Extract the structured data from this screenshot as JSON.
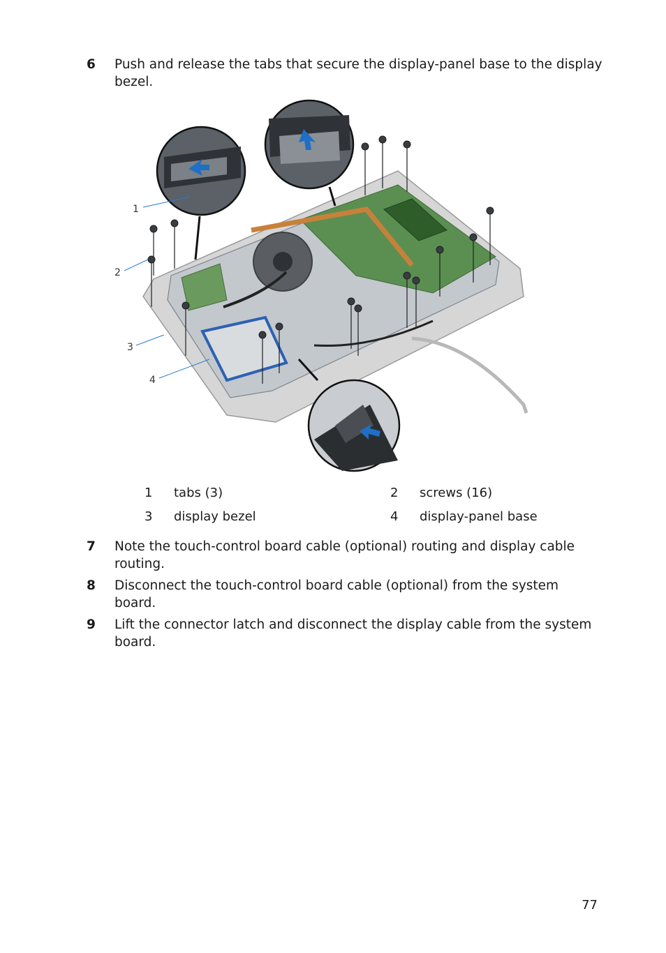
{
  "steps": [
    {
      "number": "6",
      "text": "Push and release the tabs that secure the display-panel base to the display bezel."
    },
    {
      "number": "7",
      "text": "Note the touch-control board cable (optional) routing and display cable routing."
    },
    {
      "number": "8",
      "text": "Disconnect the touch-control board cable (optional) from the system board."
    },
    {
      "number": "9",
      "text": "Lift the connector latch and disconnect the display cable from the system board."
    }
  ],
  "figure": {
    "callouts": [
      "1",
      "2",
      "3",
      "4"
    ]
  },
  "legend": [
    {
      "number": "1",
      "label": "tabs (3)"
    },
    {
      "number": "2",
      "label": "screws (16)"
    },
    {
      "number": "3",
      "label": "display bezel"
    },
    {
      "number": "4",
      "label": "display-panel base"
    }
  ],
  "page_number": "77",
  "colors": {
    "arrow": "#1f6fc4",
    "bezel": "#bdbdbd",
    "chassis": "#c8ccd0",
    "board": "#4e8a4a"
  }
}
